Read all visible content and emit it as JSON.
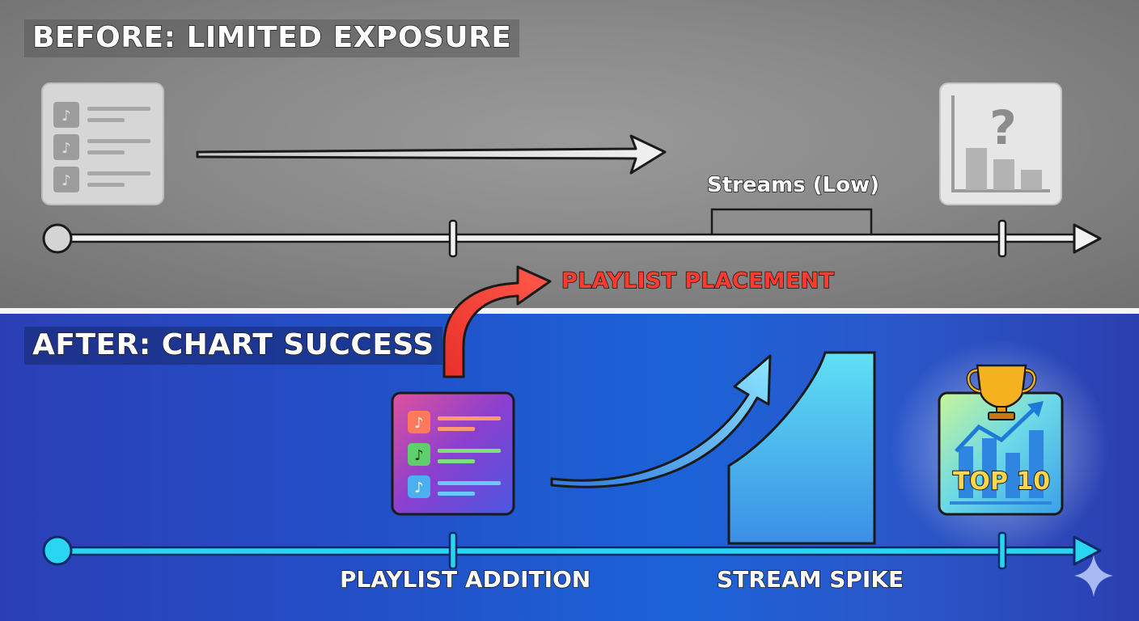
{
  "before": {
    "title": "BEFORE: LIMITED EXPOSURE",
    "streams_label": "Streams (Low)",
    "chart_icon_symbol": "?"
  },
  "transition": {
    "label": "PLAYLIST PLACEMENT",
    "color": "#ff3b30"
  },
  "after": {
    "title": "AFTER: CHART SUCCESS",
    "addition_label": "PLAYLIST ADDITION",
    "spike_label": "STREAM SPIKE",
    "badge_text": "TOP 10"
  },
  "colors": {
    "timeline_after": "#29d6f2",
    "spike_fill": "#46c7ef",
    "before_bg": "#8a8a8a",
    "after_bg": "#2251c9"
  },
  "icons": [
    "music-note-icon",
    "playlist-icon",
    "bar-chart-icon",
    "question-icon",
    "trophy-icon",
    "sparkle-icon"
  ]
}
